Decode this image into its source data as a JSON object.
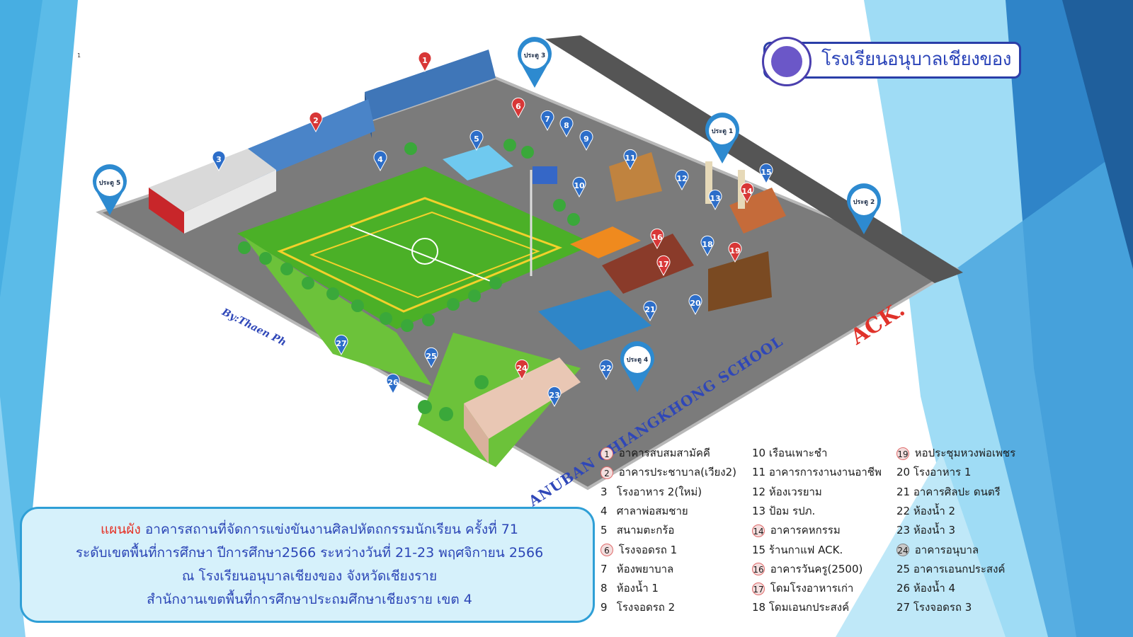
{
  "colors": {
    "title_blue": "#2b45b6",
    "title_red": "#e53226",
    "pin_red": "#d83737",
    "pin_blue": "#2d6ec9",
    "gate_blue": "#2d8ad0",
    "grass": "#6cc23a",
    "field_yellow": "#f2d12b",
    "road": "#5e5e5e"
  },
  "header": {
    "school_name": "โรงเรียนอนุบาลเชียงของ",
    "logo": "school-crest-icon"
  },
  "corner_mark": "1",
  "credits": {
    "byline": "By:Thaen Ph",
    "brand_school": "ANUBAN CHIANGKHONG SCHOOL",
    "brand_ack": "ACK."
  },
  "gates": [
    {
      "label": "ประตู 3"
    },
    {
      "label": "ประตู 1"
    },
    {
      "label": "ประตู 5"
    },
    {
      "label": "ประตู 2"
    },
    {
      "label": "ประตู 4"
    }
  ],
  "map_pins": [
    {
      "num": "1",
      "color": "red"
    },
    {
      "num": "2",
      "color": "red"
    },
    {
      "num": "3",
      "color": "blue"
    },
    {
      "num": "4",
      "color": "blue"
    },
    {
      "num": "5",
      "color": "blue"
    },
    {
      "num": "6",
      "color": "red"
    },
    {
      "num": "7",
      "color": "blue"
    },
    {
      "num": "8",
      "color": "blue"
    },
    {
      "num": "9",
      "color": "blue"
    },
    {
      "num": "10",
      "color": "blue"
    },
    {
      "num": "11",
      "color": "blue"
    },
    {
      "num": "12",
      "color": "blue"
    },
    {
      "num": "13",
      "color": "blue"
    },
    {
      "num": "14",
      "color": "red"
    },
    {
      "num": "15",
      "color": "blue"
    },
    {
      "num": "16",
      "color": "red"
    },
    {
      "num": "17",
      "color": "red"
    },
    {
      "num": "18",
      "color": "blue"
    },
    {
      "num": "19",
      "color": "red"
    },
    {
      "num": "20",
      "color": "blue"
    },
    {
      "num": "21",
      "color": "blue"
    },
    {
      "num": "22",
      "color": "blue"
    },
    {
      "num": "23",
      "color": "blue"
    },
    {
      "num": "24",
      "color": "red"
    },
    {
      "num": "25",
      "color": "blue"
    },
    {
      "num": "26",
      "color": "blue"
    },
    {
      "num": "27",
      "color": "blue"
    }
  ],
  "info": {
    "line1_red": "แผนผัง",
    "line1_rest": " อาคารสถานที่จัดการแข่งขันงานศิลปหัตถกรรมนักเรียน ครั้งที่ 71",
    "line2": "ระดับเขตพื้นที่การศึกษา ปีการศึกษา2566 ระหว่างวันที่ 21-23 พฤศจิกายน 2566",
    "line3": "ณ โรงเรียนอนุบาลเชียงของ จังหวัดเชียงราย",
    "line4": "สำนักงานเขตพื้นที่การศึกษาประถมศึกษาเชียงราย เขต 4"
  },
  "legend": {
    "col1": [
      {
        "num": "1",
        "name": "อาคารสบสมสามัคคี",
        "circle": "red"
      },
      {
        "num": "2",
        "name": "อาคารประชาบาล(เวียง2)",
        "circle": "red"
      },
      {
        "num": "3",
        "name": "โรงอาหาร 2(ใหม่)",
        "circle": ""
      },
      {
        "num": "4",
        "name": "ศาลาพ่อสมชาย",
        "circle": ""
      },
      {
        "num": "5",
        "name": "สนามตะกร้อ",
        "circle": ""
      },
      {
        "num": "6",
        "name": "โรงจอดรถ 1",
        "circle": "red"
      },
      {
        "num": "7",
        "name": "ห้องพยาบาล",
        "circle": ""
      },
      {
        "num": "8",
        "name": "ห้องน้ำ 1",
        "circle": ""
      },
      {
        "num": "9",
        "name": "โรงจอดรถ 2",
        "circle": ""
      }
    ],
    "col2": [
      {
        "num": "10",
        "name": "เรือนเพาะชำ",
        "circle": ""
      },
      {
        "num": "11",
        "name": "อาคารการงานงานอาชีพ",
        "circle": ""
      },
      {
        "num": "12",
        "name": "ห้องเวรยาม",
        "circle": ""
      },
      {
        "num": "13",
        "name": "ป้อม รปภ.",
        "circle": ""
      },
      {
        "num": "14",
        "name": "อาคารคหกรรม",
        "circle": "red"
      },
      {
        "num": "15",
        "name": "ร้านกาแฟ ACK.",
        "circle": ""
      },
      {
        "num": "16",
        "name": "อาคารวันครู(2500)",
        "circle": "red"
      },
      {
        "num": "17",
        "name": "โดมโรงอาหารเก่า",
        "circle": "red"
      },
      {
        "num": "18",
        "name": "โดมเอนกประสงค์",
        "circle": ""
      }
    ],
    "col3": [
      {
        "num": "19",
        "name": "หอประชุมหวงพ่อเพชร",
        "circle": "red"
      },
      {
        "num": "20",
        "name": "โรงอาหาร 1",
        "circle": ""
      },
      {
        "num": "21",
        "name": "อาคารศิลปะ ดนตรี",
        "circle": ""
      },
      {
        "num": "22",
        "name": "ห้องน้ำ 2",
        "circle": ""
      },
      {
        "num": "23",
        "name": "ห้องน้ำ 3",
        "circle": ""
      },
      {
        "num": "24",
        "name": "อาคารอนุบาล",
        "circle": "grey"
      },
      {
        "num": "25",
        "name": "อาคารเอนกประสงค์",
        "circle": ""
      },
      {
        "num": "26",
        "name": "ห้องน้ำ 4",
        "circle": ""
      },
      {
        "num": "27",
        "name": "โรงจอดรถ 3",
        "circle": ""
      }
    ]
  }
}
